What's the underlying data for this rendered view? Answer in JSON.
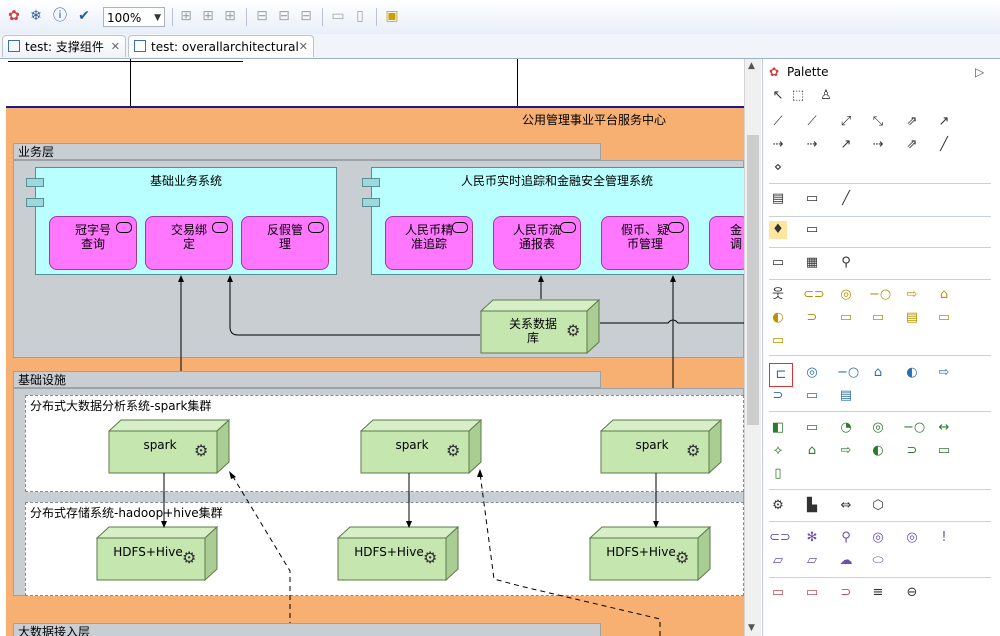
{
  "toolbar": {
    "zoom_value": "100%"
  },
  "tabs": [
    {
      "label": "test: 支撑组件"
    },
    {
      "label": "test: overallarchitectural"
    }
  ],
  "diagram": {
    "center_title": "公用管理事业平台服务中心",
    "business_layer": "业务层",
    "infra_layer": "基础设施",
    "bigdata_layer": "大数据接入层",
    "sys_basic": "基础业务系统",
    "sys_rmb": "人民币实时追踪和金融安全管理系统",
    "func_1": "冠字号\n查询",
    "func_2": "交易绑\n定",
    "func_3": "反假管\n理",
    "func_4": "人民币精\n准追踪",
    "func_5": "人民币流\n通报表",
    "func_6": "假币、疑\n币管理",
    "func_7": "金\n调",
    "rel_db": "关系数据\n库",
    "spark_group": "分布式大数据分析系统-spark集群",
    "hadoop_group": "分布式存储系统-hadoop+hive集群",
    "spark_1": "spark",
    "spark_2": "spark",
    "spark_3": "spark",
    "hdfs_1": "HDFS+Hive",
    "hdfs_2": "HDFS+Hive",
    "hdfs_3": "HDFS+Hive"
  },
  "palette": {
    "title": "Palette"
  },
  "colors": {
    "layer_orange": "#f8b072",
    "app_cyan": "#b9ffff",
    "function_magenta": "#ff77ff",
    "node_green": "#c6e6b0"
  }
}
